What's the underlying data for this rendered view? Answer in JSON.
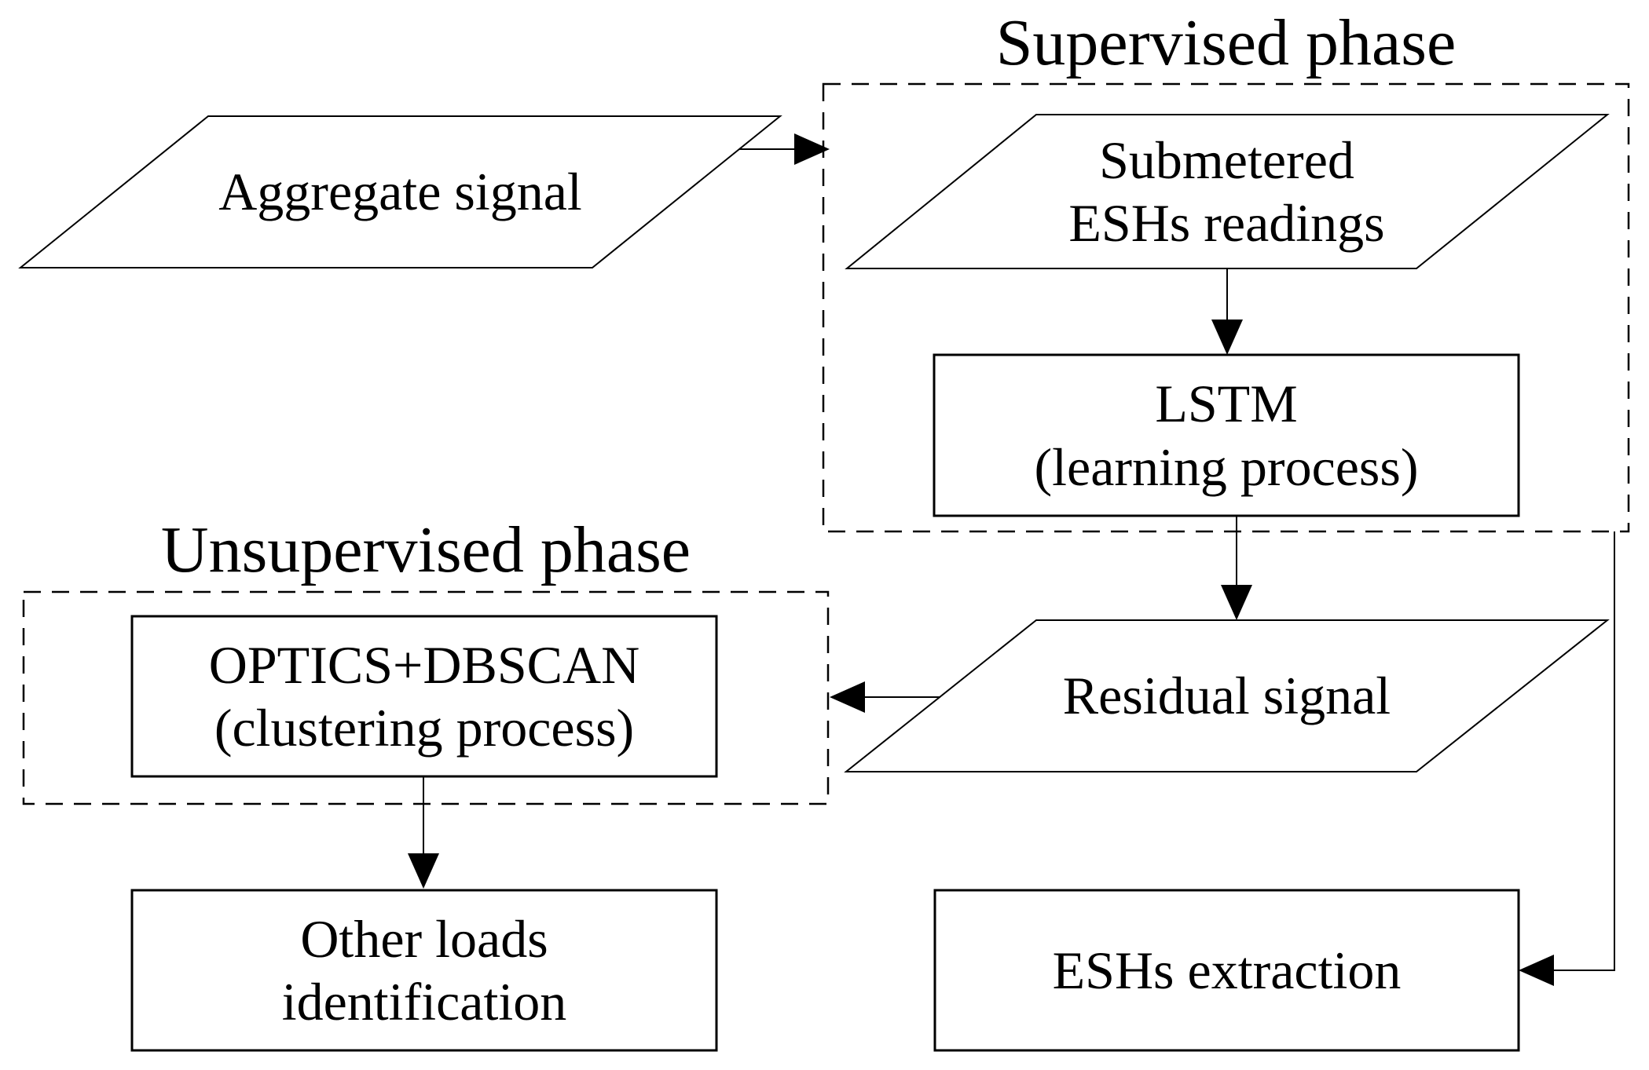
{
  "diagram": {
    "titles": {
      "supervised_phase": "Supervised phase",
      "unsupervised_phase": "Unsupervised phase"
    },
    "nodes": {
      "aggregate_signal": {
        "shape": "parallelogram",
        "label": "Aggregate signal"
      },
      "submetered_readings": {
        "shape": "parallelogram",
        "line1": "Submetered",
        "line2": "ESHs readings"
      },
      "lstm": {
        "shape": "rectangle",
        "line1": "LSTM",
        "line2": "(learning process)"
      },
      "residual_signal": {
        "shape": "parallelogram",
        "label": "Residual signal"
      },
      "optics_dbscan": {
        "shape": "rectangle",
        "line1": "OPTICS+DBSCAN",
        "line2": "(clustering process)"
      },
      "other_loads": {
        "shape": "rectangle",
        "line1": "Other loads",
        "line2": "identification"
      },
      "eshs_extraction": {
        "shape": "rectangle",
        "label": "ESHs extraction"
      }
    },
    "edges": [
      {
        "from": "aggregate_signal",
        "to": "submetered_readings",
        "direction": "right"
      },
      {
        "from": "submetered_readings",
        "to": "lstm",
        "direction": "down"
      },
      {
        "from": "lstm",
        "to": "residual_signal",
        "direction": "down"
      },
      {
        "from": "residual_signal",
        "to": "optics_dbscan",
        "direction": "left"
      },
      {
        "from": "optics_dbscan",
        "to": "other_loads",
        "direction": "down"
      },
      {
        "from": "residual_signal",
        "to": "eshs_extraction",
        "direction": "down-left"
      }
    ],
    "groups": [
      {
        "title": "Supervised phase",
        "style": "dashed",
        "contains": [
          "submetered_readings",
          "lstm"
        ]
      },
      {
        "title": "Unsupervised phase",
        "style": "dashed",
        "contains": [
          "optics_dbscan"
        ]
      }
    ],
    "colors": {
      "line": "#000000",
      "text": "#000000",
      "background": "#ffffff"
    }
  }
}
